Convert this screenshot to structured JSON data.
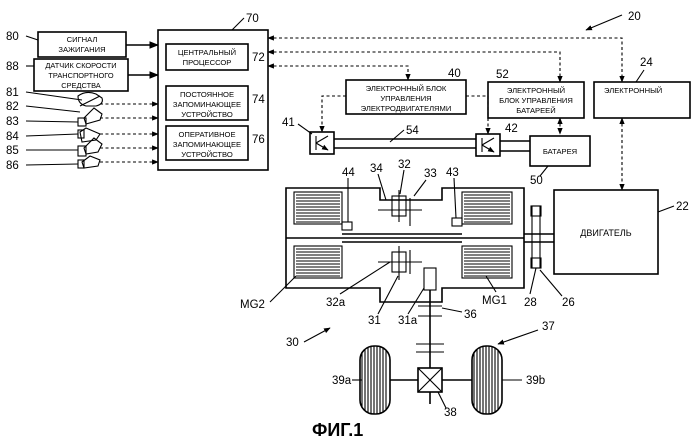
{
  "figure": {
    "caption": "ФИГ.1",
    "boxes": {
      "ignition": [
        "СИГНАЛ",
        "ЗАЖИГАНИЯ"
      ],
      "speed_sensor": [
        "ДАТЧИК СКОРОСТИ",
        "ТРАНСПОРТНОГО",
        "СРЕДСТВА"
      ],
      "cpu": [
        "ЦЕНТРАЛЬНЫЙ",
        "ПРОЦЕССОР"
      ],
      "rom": [
        "ПОСТОЯННОЕ",
        "ЗАПОМИНАЮЩЕЕ",
        "УСТРОЙСТВО"
      ],
      "ram": [
        "ОПЕРАТИВНОЕ",
        "ЗАПОМИНАЮЩЕЕ",
        "УСТРОЙСТВО"
      ],
      "motor_ecu": [
        "ЭЛЕКТРОННЫЙ БЛОК",
        "УПРАВЛЕНИЯ",
        "ЭЛЕКТРОДВИГАТЕЛЯМИ"
      ],
      "battery_ecu": [
        "ЭЛЕКТРОННЫЙ",
        "БЛОК УПРАВЛЕНИЯ",
        "БАТАРЕЕЙ"
      ],
      "engine_ecu": [
        "ЭЛЕКТРОННЫЙ"
      ],
      "battery": [
        "БАТАРЕЯ"
      ],
      "engine": [
        "ДВИГАТЕЛЬ"
      ]
    },
    "refs": {
      "r80": "80",
      "r88": "88",
      "r81": "81",
      "r82": "82",
      "r83": "83",
      "r84": "84",
      "r85": "85",
      "r86": "86",
      "r70": "70",
      "r72": "72",
      "r74": "74",
      "r76": "76",
      "r20": "20",
      "r40": "40",
      "r52": "52",
      "r24": "24",
      "r41": "41",
      "r54": "54",
      "r42": "42",
      "r44": "44",
      "r32": "32",
      "r34": "34",
      "r33": "33",
      "r43": "43",
      "r50": "50",
      "r22": "22",
      "mg2": "MG2",
      "r32a": "32a",
      "r31": "31",
      "r31a": "31a",
      "r36": "36",
      "mg1": "MG1",
      "r28": "28",
      "r26": "26",
      "r30": "30",
      "r37": "37",
      "r39a": "39a",
      "r39b": "39b",
      "r38": "38"
    }
  }
}
